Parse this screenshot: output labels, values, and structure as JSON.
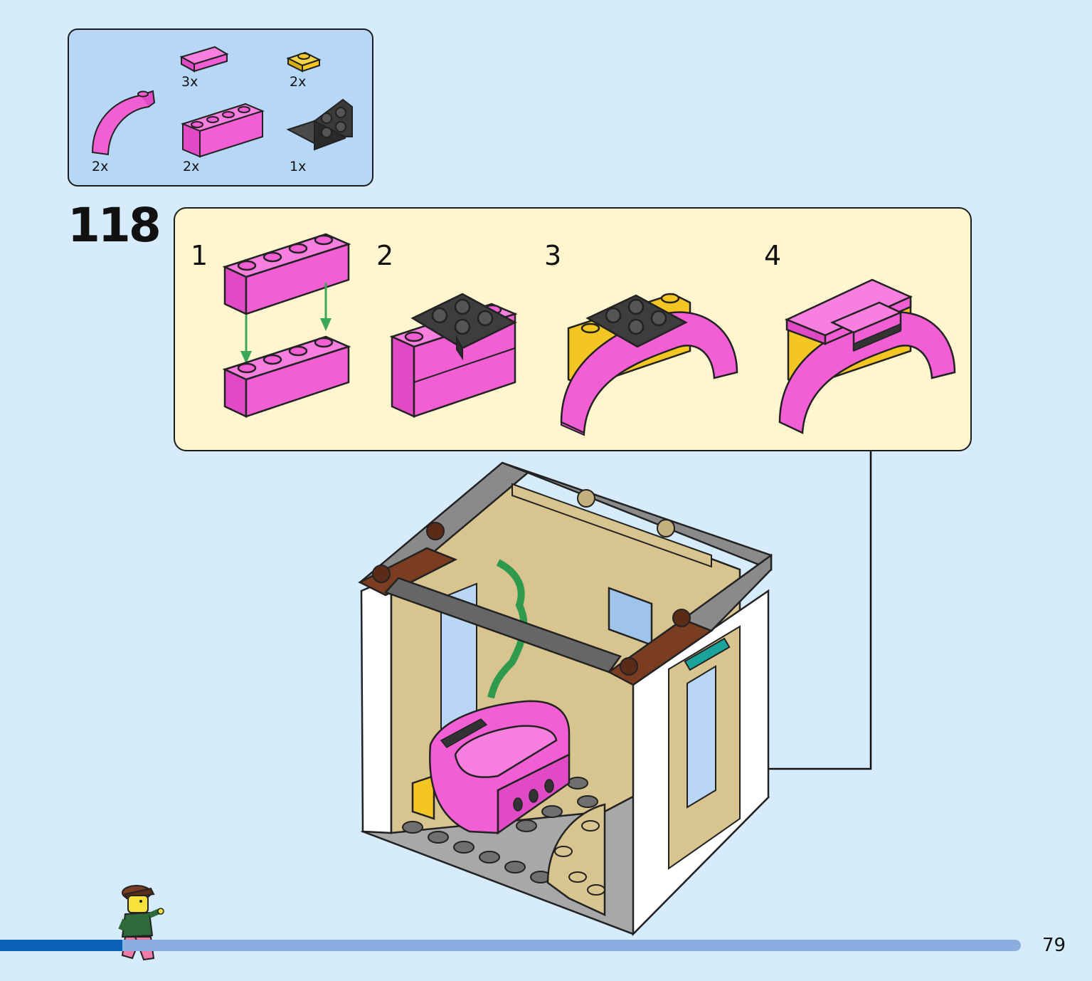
{
  "parts_list": [
    {
      "name": "pink-plate-1x2",
      "quantity": "3x",
      "color": "#f25ed4"
    },
    {
      "name": "yellow-plate-1x1",
      "quantity": "2x",
      "color": "#f3c623"
    },
    {
      "name": "pink-curved-slope",
      "quantity": "2x",
      "color": "#f25ed4"
    },
    {
      "name": "pink-brick-1x4",
      "quantity": "2x",
      "color": "#f25ed4"
    },
    {
      "name": "black-bracket-2x2",
      "quantity": "1x",
      "color": "#3a3a3a"
    }
  ],
  "step": {
    "number": "118"
  },
  "substeps": [
    {
      "label": "1"
    },
    {
      "label": "2"
    },
    {
      "label": "3"
    },
    {
      "label": "4"
    }
  ],
  "page": {
    "number": "79"
  },
  "colors": {
    "background": "#d6ecfb",
    "parts_box": "#b6d8f6",
    "substeps_box": "#fff6d0",
    "pink": "#f25ed4",
    "progress_done": "#0b5fb8",
    "progress_remaining": "#8aaedf"
  },
  "progress": {
    "fraction": 0.12
  }
}
